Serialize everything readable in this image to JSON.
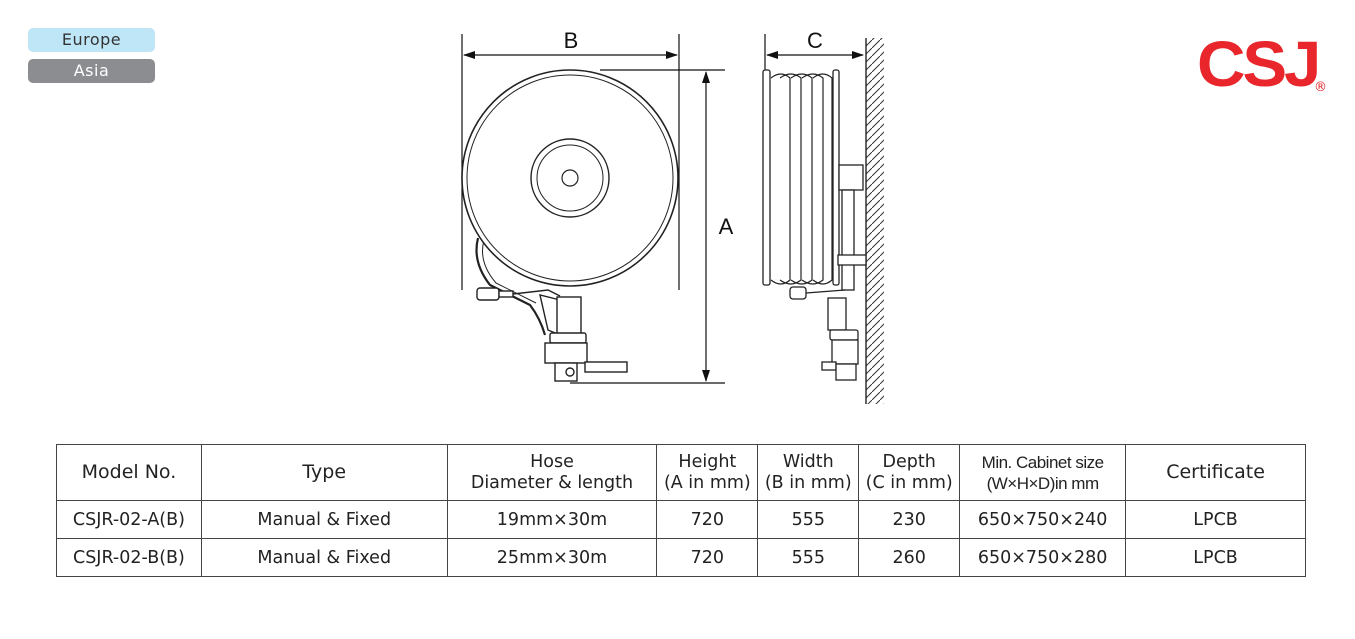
{
  "regions": {
    "europe": "Europe",
    "asia": "Asia"
  },
  "logo": {
    "text": "CSJ",
    "reg": "®",
    "color": "#e8262b"
  },
  "drawing": {
    "label_a": "A",
    "label_b": "B",
    "label_c": "C"
  },
  "table": {
    "headers": {
      "model": "Model No.",
      "type": "Type",
      "hose_1": "Hose",
      "hose_2": "Diameter & length",
      "height_1": "Height",
      "height_2": "(A in mm)",
      "width_1": "Width",
      "width_2": "(B in mm)",
      "depth_1": "Depth",
      "depth_2": "(C in mm)",
      "cabinet_1": "Min. Cabinet size",
      "cabinet_2": "(W×H×D)in mm",
      "certificate": "Certificate"
    },
    "rows": [
      {
        "model": "CSJR-02-A(B)",
        "type": "Manual & Fixed",
        "hose": "19mm×30m",
        "height": "720",
        "width": "555",
        "depth": "230",
        "cabinet": "650×750×240",
        "certificate": "LPCB"
      },
      {
        "model": "CSJR-02-B(B)",
        "type": "Manual & Fixed",
        "hose": "25mm×30m",
        "height": "720",
        "width": "555",
        "depth": "260",
        "cabinet": "650×750×280",
        "certificate": "LPCB"
      }
    ]
  }
}
